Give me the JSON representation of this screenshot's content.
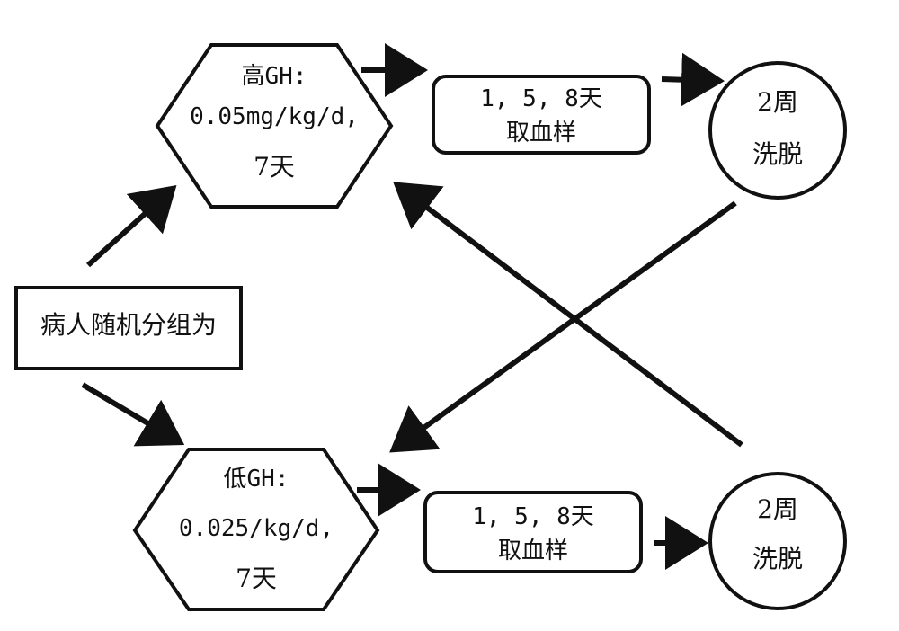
{
  "start_box": {
    "label": "病人随机分组为"
  },
  "high_dose": {
    "line1": "高GH:",
    "line2": "0.05mg/kg/d,",
    "line3": "7天"
  },
  "low_dose": {
    "line1": "低GH:",
    "line2": "0.025/kg/d,",
    "line3": "7天"
  },
  "sampling_top": {
    "line1": "1, 5, 8天",
    "line2": "取血样"
  },
  "sampling_bottom": {
    "line1": "1, 5, 8天",
    "line2": "取血样"
  },
  "washout_top": {
    "line1": "2周",
    "line2": "洗脱"
  },
  "washout_bottom": {
    "line1": "2周",
    "line2": "洗脱"
  },
  "colors": {
    "stroke": "#111111",
    "background": "#ffffff"
  }
}
